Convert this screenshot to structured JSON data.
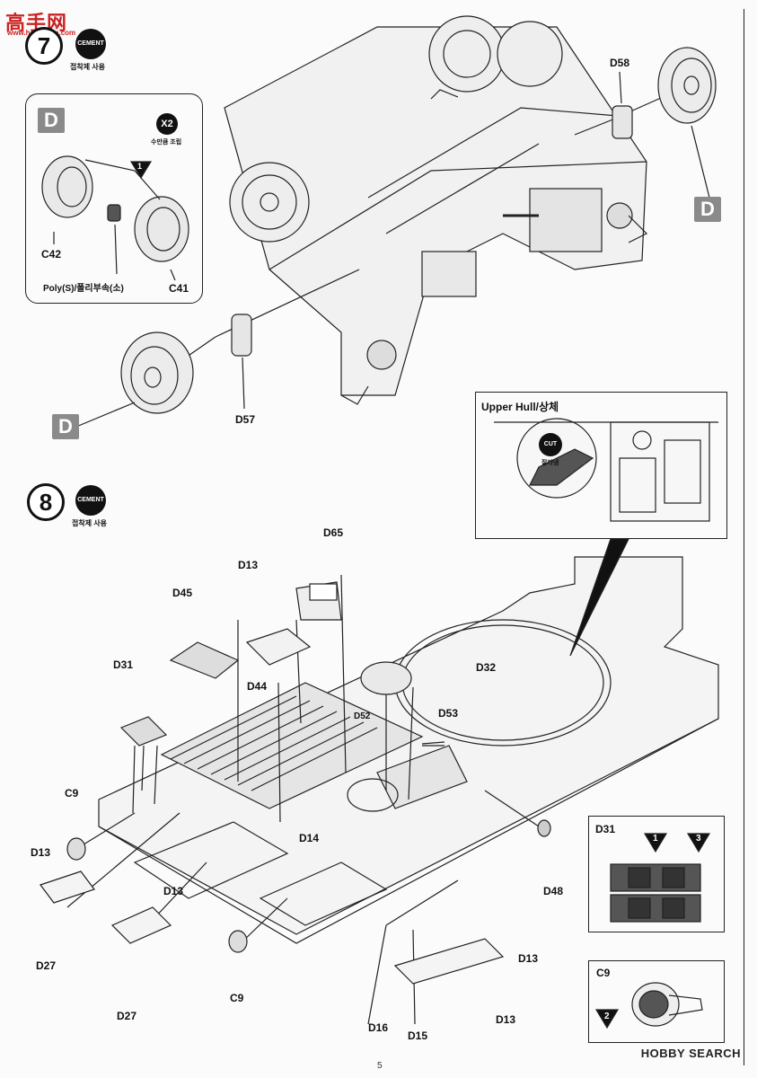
{
  "header": {
    "logo_text": "高手网",
    "logo_sub": "www.hobbyrun.com"
  },
  "step7": {
    "number": "7",
    "cement": "CEMENT",
    "cement_caption": "접착제 사용",
    "inset": {
      "tag": "D",
      "x2": "X2",
      "x2_caption": "수만큼 조립",
      "marker": "1",
      "parts": [
        "C42",
        "Poly(S)/폴리부속(소)",
        "C41"
      ]
    },
    "parts": [
      "D58",
      "D57"
    ],
    "tags": [
      "D",
      "D"
    ]
  },
  "upper_hull": {
    "title": "Upper Hull/상체",
    "cut": "CUT",
    "cut_caption": "잘라냄"
  },
  "step8": {
    "number": "8",
    "cement": "CEMENT",
    "cement_caption": "접착제 사용",
    "parts": [
      "D65",
      "D13",
      "D45",
      "D44",
      "D31",
      "D32",
      "D52",
      "D53",
      "C9",
      "D13",
      "D14",
      "D48",
      "D27",
      "D13",
      "D27",
      "C9",
      "D16",
      "D15",
      "D13",
      "D13"
    ]
  },
  "detail_d31": {
    "title": "D31",
    "markers": [
      "1",
      "3"
    ]
  },
  "detail_c9": {
    "title": "C9",
    "marker": "2"
  },
  "footer": {
    "page": "5",
    "logo": "HOBBY SEARCH"
  }
}
